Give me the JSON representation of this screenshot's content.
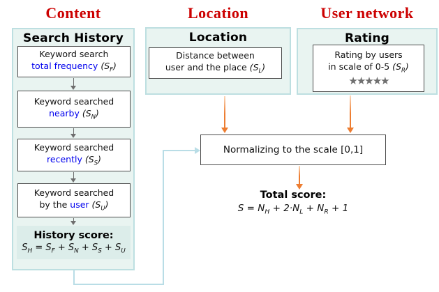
{
  "column_headers": {
    "content": "Content",
    "location": "Location",
    "user_network": "User network"
  },
  "search_history_panel": {
    "title": "Search History",
    "boxes": [
      {
        "line1": "Keyword search",
        "line2_prefix": "",
        "line2_blue": "total frequency",
        "line2_suffix": [
          [
            " (",
            null
          ],
          [
            "S",
            "F"
          ],
          [
            ")",
            null
          ]
        ]
      },
      {
        "line1": "Keyword searched",
        "line2_prefix": "",
        "line2_blue": "nearby",
        "line2_suffix": [
          [
            " (",
            null
          ],
          [
            "S",
            "N"
          ],
          [
            ")",
            null
          ]
        ]
      },
      {
        "line1": "Keyword searched",
        "line2_prefix": "",
        "line2_blue": "recently",
        "line2_suffix": [
          [
            " (",
            null
          ],
          [
            "S",
            "S"
          ],
          [
            ")",
            null
          ]
        ]
      },
      {
        "line1": "Keyword searched",
        "line2_prefix": "by the ",
        "line2_blue": "user",
        "line2_suffix": [
          [
            " (",
            null
          ],
          [
            "S",
            "U"
          ],
          [
            ")",
            null
          ]
        ]
      }
    ],
    "score_label": "History score:",
    "score_formula": [
      [
        "S",
        "H"
      ],
      [
        " = ",
        null
      ],
      [
        "S",
        "F"
      ],
      [
        " + ",
        null
      ],
      [
        "S",
        "N"
      ],
      [
        " + ",
        null
      ],
      [
        "S",
        "S"
      ],
      [
        " + ",
        null
      ],
      [
        "S",
        "U"
      ]
    ]
  },
  "location_panel": {
    "title": "Location",
    "box": {
      "line1": "Distance between",
      "line2": "user and the place",
      "suffix": [
        [
          " (",
          null
        ],
        [
          "S",
          "L"
        ],
        [
          ")",
          null
        ]
      ]
    }
  },
  "rating_panel": {
    "title": "Rating",
    "box": {
      "line1": "Rating by users",
      "line2": "in scale of 0-5",
      "suffix": [
        [
          " (",
          null
        ],
        [
          "S",
          "R"
        ],
        [
          ")",
          null
        ]
      ],
      "stars": "★★★★★"
    }
  },
  "normalize_box": {
    "label": "Normalizing to the scale [0,1]"
  },
  "total_score": {
    "label": "Total score:",
    "formula": [
      [
        "S",
        null
      ],
      [
        " = ",
        null
      ],
      [
        "N",
        "H"
      ],
      [
        " + 2·",
        null
      ],
      [
        "N",
        "L"
      ],
      [
        " + ",
        null
      ],
      [
        "N",
        "R"
      ],
      [
        " + 1",
        null
      ]
    ]
  },
  "colors": {
    "header_red": "#cc0000",
    "keyword_blue": "#0000ee",
    "panel_bg": "#e9f4f1",
    "panel_border": "#bddfe1",
    "history_score_bg": "#dcedea",
    "orange_arrow": "#ed7d31",
    "pale_blue_connector": "#b9dde6",
    "gray_arrow": "#6e6e6e",
    "star_gray": "#6f6f6f"
  }
}
